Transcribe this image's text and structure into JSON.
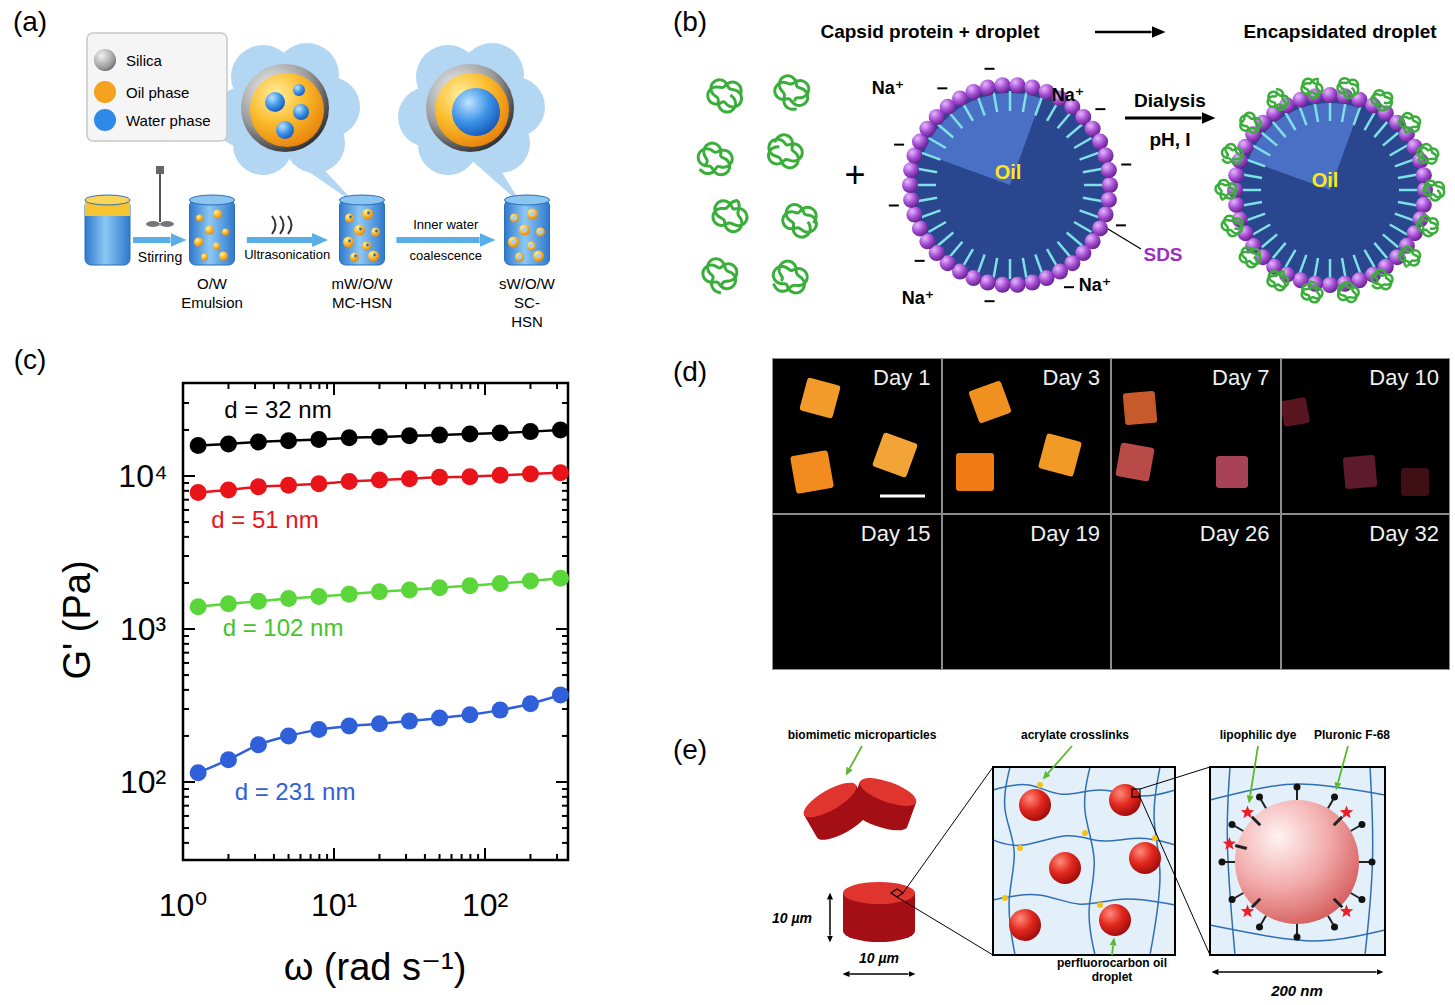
{
  "diagram": {
    "nodes": [
      {
        "text": [
          "O/W Emulsion"
        ]
      },
      {
        "text": [
          "mW/O/W MC-HSN"
        ]
      },
      {
        "text": [
          "sW/O/W SC-HSN"
        ]
      },
      {
        "text": [
          "Oil"
        ]
      },
      {
        "text": [
          "Oil"
        ]
      },
      {
        "text": [
          "Day 1"
        ]
      },
      {
        "text": [
          "Day 3"
        ]
      },
      {
        "text": [
          "Day 7"
        ]
      },
      {
        "text": [
          "Day 10"
        ]
      },
      {
        "text": [
          "Day 15"
        ]
      },
      {
        "text": [
          "Day 19"
        ]
      },
      {
        "text": [
          "Day 26"
        ]
      },
      {
        "text": [
          "Day 32"
        ]
      }
    ],
    "edges": [
      {
        "from": 0,
        "to": 1,
        "arrow": "to",
        "label": "Ultrasonication"
      },
      {
        "from": 1,
        "to": 2,
        "arrow": "to",
        "label": "Inner water coalescence"
      },
      {
        "from": 3,
        "to": 4,
        "arrow": "to",
        "label": "Dialysis"
      }
    ],
    "labels": [
      "(a)",
      "Stirring",
      "(b)",
      "Capsid protein + droplet",
      "Encapsidated droplet",
      "+",
      "Na⁺",
      "Na⁺",
      "Na⁺",
      "Na⁺",
      "SDS",
      "pH, I",
      "(c)",
      "d = 32 nm",
      "d = 51 nm",
      "d = 102 nm",
      "d = 231 nm",
      "G' (Pa)",
      "ω (rad s⁻¹)",
      "10²",
      "10³",
      "10⁴",
      "10⁰",
      "10¹",
      "10²",
      "(d)",
      "(e)",
      "biomimetic microparticles",
      "acrylate crosslinks",
      "lipophilic dye",
      "Pluronic F-68",
      "perfluorocarbon oil droplet",
      "10 µm",
      "10 µm",
      "200 nm"
    ],
    "legend": [
      {
        "text": "Silica"
      },
      {
        "text": "Oil phase",
        "color": "#f5a01e"
      },
      {
        "text": "Water phase",
        "color": "#2e8ae6"
      }
    ]
  }
}
